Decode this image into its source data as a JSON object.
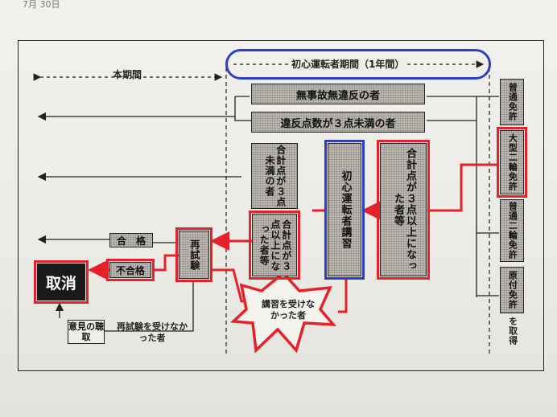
{
  "header": {
    "handwritten": "7月 30日"
  },
  "periods": {
    "main": "本期間",
    "novice": "初心運転者期間（1年間）"
  },
  "rows": {
    "no_violation": "無事故無違反の者",
    "under3": "違反点数が３点未満の者",
    "total_under3": "合計点が３点未満の者",
    "total_over3_left": "合計点が３点以上になった者等",
    "course": "初心運転者講習",
    "total_over3_right": "合計点が３点以上になった者等"
  },
  "retest": {
    "pass": "合　格",
    "fail": "不合格",
    "retest": "再試験",
    "no_course": "講習を受けなかった者",
    "no_retest": "再試験を受けなかった者",
    "hearing": "意見の聴取",
    "revoke": "取消"
  },
  "licenses": {
    "items": [
      "普通免許",
      "大型二輪免許",
      "普通二輪免許",
      "原付免許"
    ],
    "footer": "を取得"
  },
  "colors": {
    "highlight_red": "#e6212a",
    "highlight_blue": "#2b3fbf"
  }
}
